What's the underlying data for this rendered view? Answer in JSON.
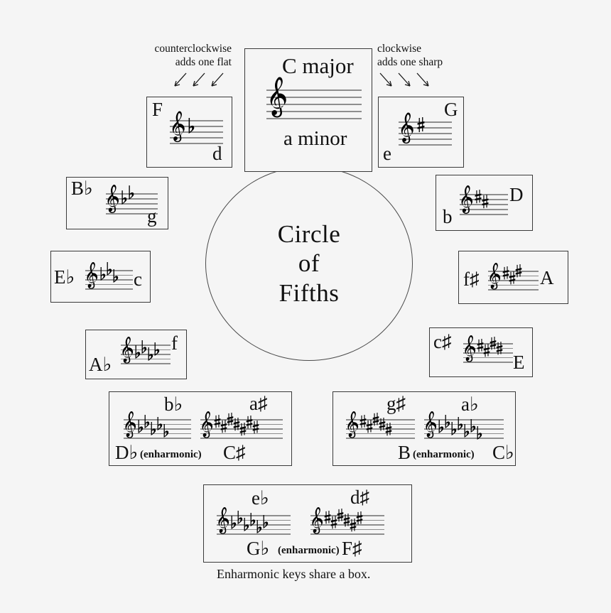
{
  "title": "Circle of Fifths",
  "center": {
    "lines": [
      "Circle",
      "of",
      "Fifths"
    ]
  },
  "annotations": {
    "counterclockwise": "counterclockwise\nadds one flat",
    "clockwise": "clockwise\nadds one sharp"
  },
  "caption": "Enharmonic keys share a box.",
  "enharmonic_word": "(enharmonic)",
  "colors": {
    "background": "#f5f5f5",
    "ink": "#111111",
    "box_border": "#3a3a3a",
    "staff_line": "#8e8e8e",
    "circle_stroke": "#4a4a4a"
  },
  "keys": [
    {
      "id": "c",
      "major": "C major",
      "minor": "a minor",
      "accidental": "none",
      "count": 0,
      "position": "top"
    },
    {
      "id": "f",
      "major": "F",
      "minor": "d",
      "accidental": "flat",
      "count": 1,
      "position": "upper-left"
    },
    {
      "id": "g",
      "major": "G",
      "minor": "e",
      "accidental": "sharp",
      "count": 1,
      "position": "upper-right"
    },
    {
      "id": "bb",
      "major": "B♭",
      "minor": "g",
      "accidental": "flat",
      "count": 2,
      "position": "left-upper"
    },
    {
      "id": "d",
      "major": "D",
      "minor": "b",
      "accidental": "sharp",
      "count": 2,
      "position": "right-upper"
    },
    {
      "id": "eb",
      "major": "E♭",
      "minor": "c",
      "accidental": "flat",
      "count": 3,
      "position": "left-mid"
    },
    {
      "id": "a",
      "major": "A",
      "minor": "f♯",
      "accidental": "sharp",
      "count": 3,
      "position": "right-mid"
    },
    {
      "id": "ab",
      "major": "A♭",
      "minor": "f",
      "accidental": "flat",
      "count": 4,
      "position": "left-lower"
    },
    {
      "id": "e",
      "major": "E",
      "minor": "c♯",
      "accidental": "sharp",
      "count": 4,
      "position": "right-lower"
    }
  ],
  "enharmonic_boxes": [
    {
      "id": "db-cs",
      "position": "bottom-left",
      "left": {
        "major": "D♭",
        "minor": "b♭",
        "accidental": "flat",
        "count": 5
      },
      "right": {
        "major": "C♯",
        "minor": "a♯",
        "accidental": "sharp",
        "count": 7
      }
    },
    {
      "id": "b-cb",
      "position": "bottom-right",
      "left": {
        "major": "B",
        "minor": "g♯",
        "accidental": "sharp",
        "count": 5
      },
      "right": {
        "major": "C♭",
        "minor": "a♭",
        "accidental": "flat",
        "count": 7
      }
    },
    {
      "id": "gb-fs",
      "position": "bottom-center",
      "left": {
        "major": "G♭",
        "minor": "e♭",
        "accidental": "flat",
        "count": 6
      },
      "right": {
        "major": "F♯",
        "minor": "d♯",
        "accidental": "sharp",
        "count": 6
      }
    }
  ]
}
